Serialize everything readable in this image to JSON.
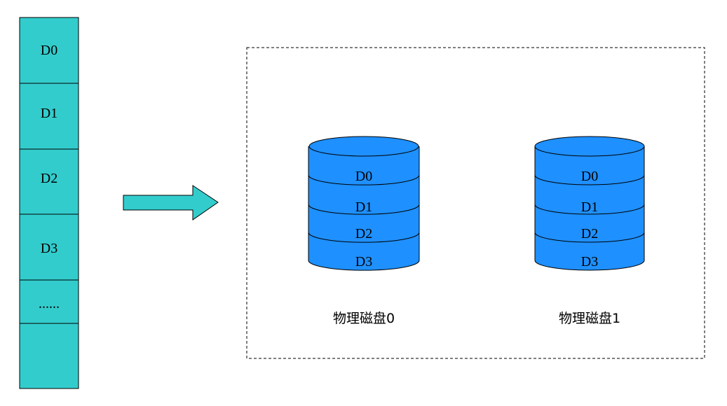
{
  "colors": {
    "block_fill": "#33CCCC",
    "disk_fill": "#1E90FF",
    "stroke": "#000000"
  },
  "data_blocks": {
    "items": [
      {
        "label": "D0"
      },
      {
        "label": "D1"
      },
      {
        "label": "D2"
      },
      {
        "label": "D3"
      },
      {
        "label": "......"
      },
      {
        "label": ""
      }
    ]
  },
  "arrow": {
    "icon": "right-arrow-icon"
  },
  "disks": [
    {
      "caption": "物理磁盘0",
      "layers": [
        "D0",
        "D1",
        "D2",
        "D3"
      ]
    },
    {
      "caption": "物理磁盘1",
      "layers": [
        "D0",
        "D1",
        "D2",
        "D3"
      ]
    }
  ]
}
